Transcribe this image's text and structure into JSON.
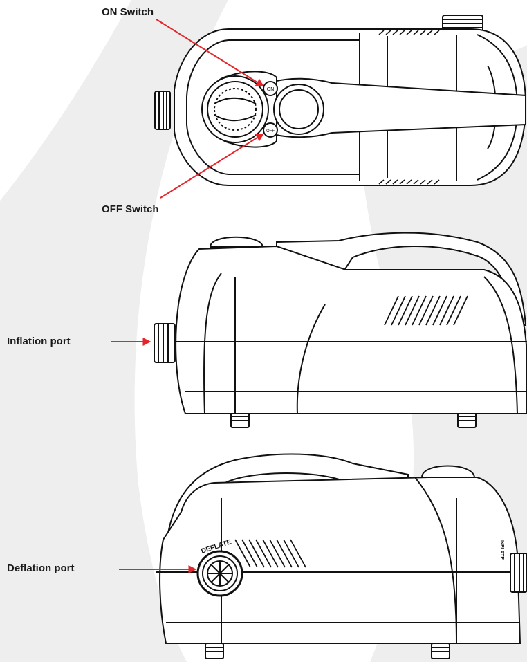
{
  "labels": {
    "on_switch": "ON Switch",
    "off_switch": "OFF Switch",
    "inflation_port": "Inflation port",
    "deflation_port": "Deflation port"
  },
  "device_marks": {
    "on": "ON",
    "off": "OFF",
    "deflate": "DEFLATE",
    "inflate": "INFLATE"
  },
  "colors": {
    "arrow": "#e4262b",
    "line": "#111111",
    "background_shape": "#eeeeee",
    "background": "#ffffff"
  }
}
